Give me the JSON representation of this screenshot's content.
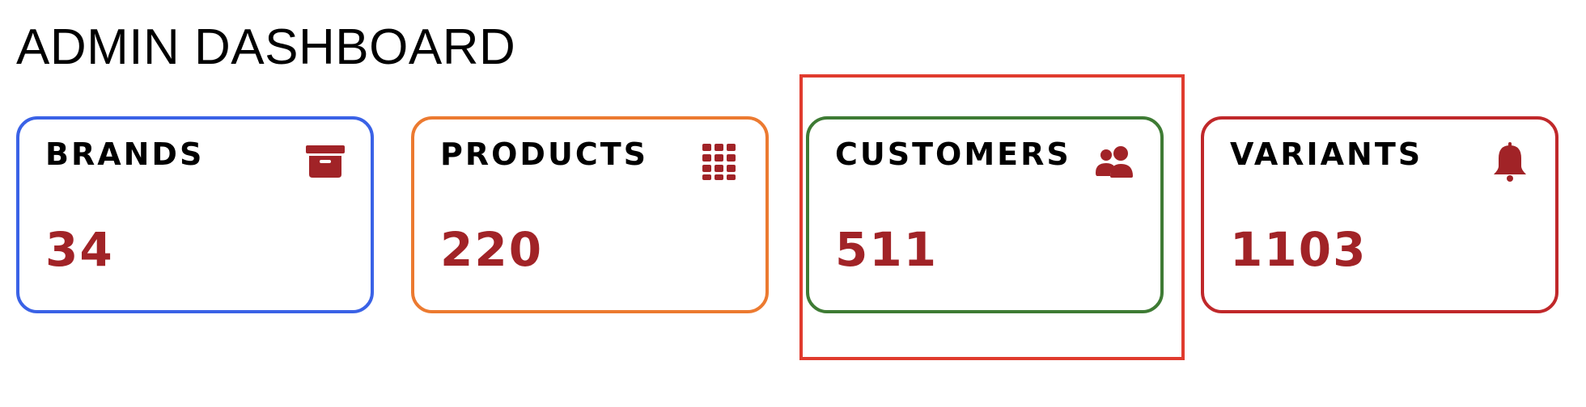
{
  "page": {
    "title": "ADMIN DASHBOARD"
  },
  "cards": [
    {
      "label": "BRANDS",
      "value": "34",
      "icon": "archive-icon",
      "border_color": "#3a62e6"
    },
    {
      "label": "PRODUCTS",
      "value": "220",
      "icon": "grid-icon",
      "border_color": "#ec7a30"
    },
    {
      "label": "CUSTOMERS",
      "value": "511",
      "icon": "users-icon",
      "border_color": "#3e7b34"
    },
    {
      "label": "VARIANTS",
      "value": "1103",
      "icon": "bell-icon",
      "border_color": "#c0282a"
    }
  ],
  "colors": {
    "value_text": "#a12327",
    "icon": "#a12327",
    "highlight": "#e03b2e"
  }
}
